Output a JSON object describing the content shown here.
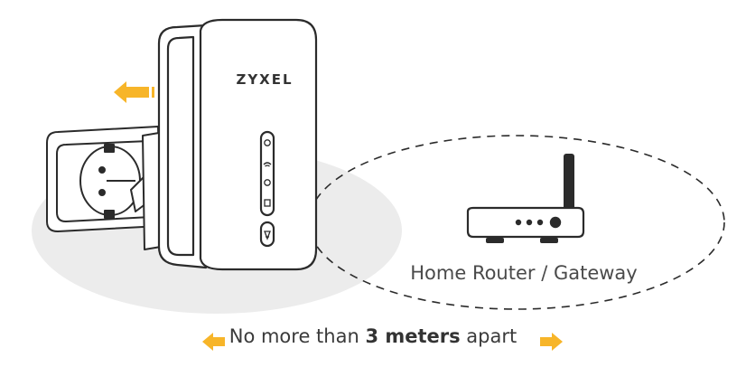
{
  "device": {
    "brand": "ZYXEL"
  },
  "router": {
    "label": "Home Router / Gateway"
  },
  "caption": {
    "prefix": "No more than ",
    "emphasis": "3 meters",
    "suffix": " apart"
  },
  "colors": {
    "arrow": "#f7b529",
    "shadow_area": "#ececec",
    "outline": "#2b2b2b"
  }
}
